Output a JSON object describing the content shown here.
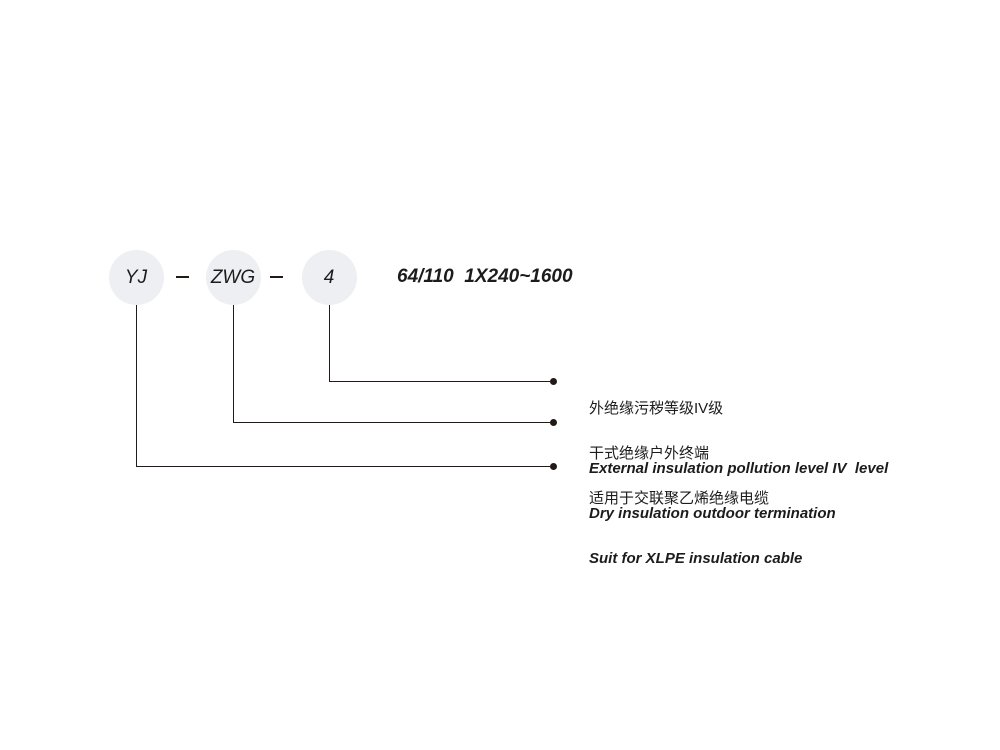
{
  "model_code": {
    "segments": [
      {
        "label": "YJ"
      },
      {
        "label": "ZWG"
      },
      {
        "label": "4"
      }
    ],
    "spec": "64/110  1X240~1600"
  },
  "annotations": [
    {
      "zh": "外绝缘污秽等级IV级",
      "en": "External insulation pollution level IV  level"
    },
    {
      "zh": "干式绝缘户外终端",
      "en": "Dry insulation outdoor termination"
    },
    {
      "zh": "适用于交联聚乙烯绝缘电缆",
      "en": "Suit for XLPE insulation cable"
    }
  ],
  "colors": {
    "circle_fill": "#edeff2",
    "line": "#231916",
    "text": "#1c1c1c"
  }
}
